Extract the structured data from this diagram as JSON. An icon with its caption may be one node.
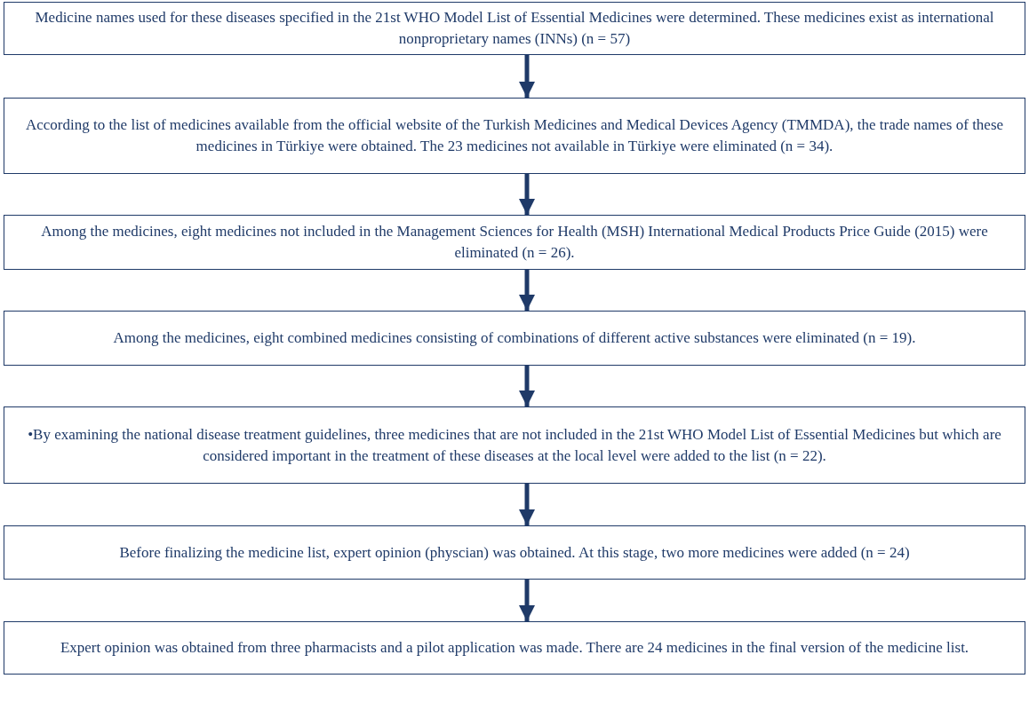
{
  "diagram": {
    "nodes": [
      {
        "text": [
          "Medicine names used for these diseases specified in the 21st WHO Model List of Essential Medicines were determined. These medicines exist as international nonproprietary names (INNs) (n = 57)"
        ]
      },
      {
        "text": [
          "According to the list of medicines available from the official website of the Turkish Medicines and Medical Devices Agency (TMMDA), the trade names of these medicines in Türkiye  were obtained. The 23 medicines not available in Türkiye were eliminated (n = 34)."
        ]
      },
      {
        "text": [
          "Among the medicines, eight medicines not included in the Management Sciences for Health (MSH) International Medical Products Price Guide (2015) were eliminated (n = 26)."
        ]
      },
      {
        "text": [
          "Among the medicines, eight combined medicines consisting of combinations of different active substances were eliminated (n = 19)."
        ]
      },
      {
        "text": [
          "•By examining the national disease treatment guidelines, three medicines that are not included in the 21st WHO Model List of Essential Medicines but which are considered important in the treatment of these diseases at the local level were added to the list (n = 22)."
        ]
      },
      {
        "text": [
          "Before finalizing the medicine list, expert opinion (physcian) was obtained. At this stage, two more medicines were added (n = 24)"
        ]
      },
      {
        "text": [
          "Expert opinion was obtained from three pharmacists and a pilot application was made. There are 24 medicines in the final version of the medicine list."
        ]
      }
    ],
    "edges": [
      {
        "from": 0,
        "to": 1,
        "arrow": "to"
      },
      {
        "from": 1,
        "to": 2,
        "arrow": "to"
      },
      {
        "from": 2,
        "to": 3,
        "arrow": "to"
      },
      {
        "from": 3,
        "to": 4,
        "arrow": "to"
      },
      {
        "from": 4,
        "to": 5,
        "arrow": "to"
      },
      {
        "from": 5,
        "to": 6,
        "arrow": "to"
      }
    ]
  }
}
